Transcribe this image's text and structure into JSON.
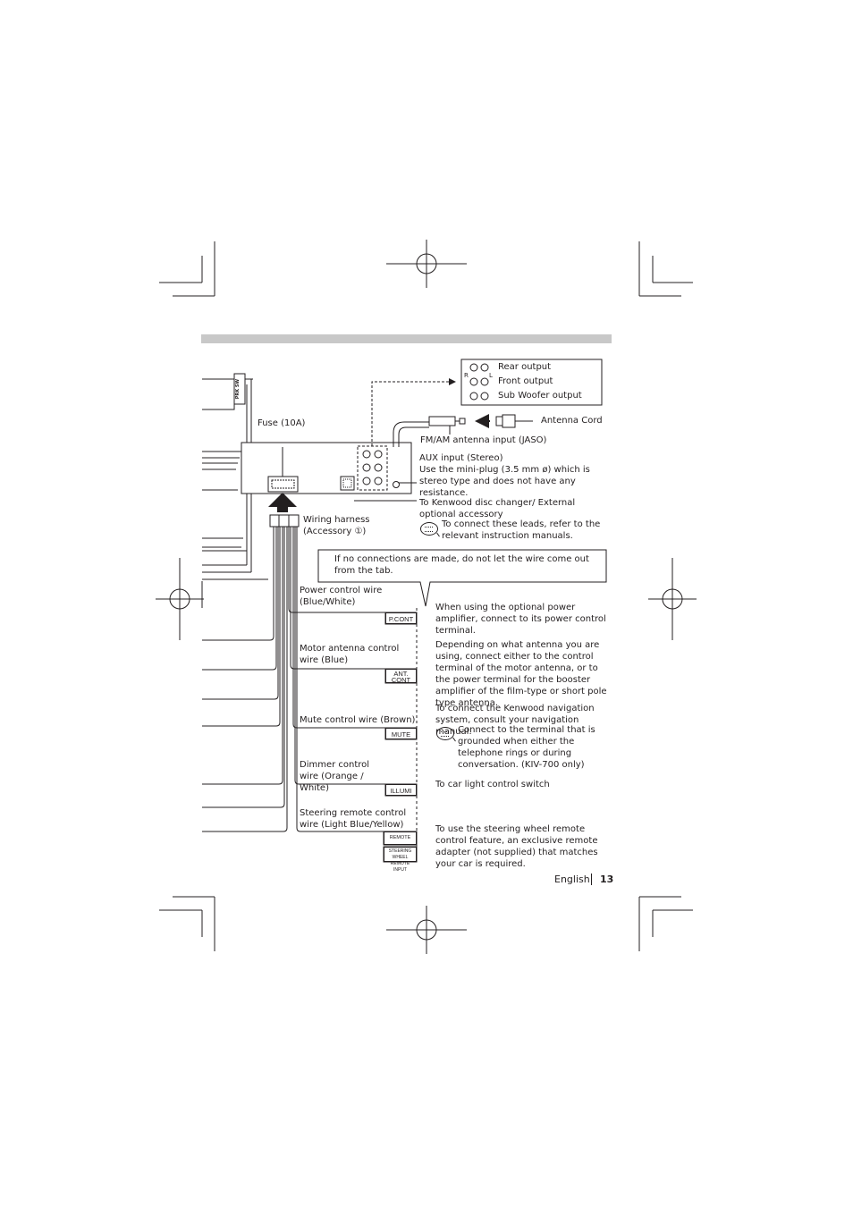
{
  "labels": {
    "rear_output": "Rear output",
    "front_output": "Front output",
    "sub_woofer_output": "Sub Woofer output",
    "channel_r": "R",
    "channel_l": "L",
    "antenna_cord": "Antenna Cord",
    "fm_am_input": "FM/AM antenna input (JASO)",
    "aux_input_title": "AUX input (Stereo)",
    "aux_input_desc": "Use the mini-plug (3.5 mm ø) which is stereo type and does not have any resistance.",
    "disc_changer": "To Kenwood disc changer/ External optional accessory",
    "disc_changer_note": "To connect these leads, refer to the relevant instruction manuals.",
    "fuse": "Fuse (10A)",
    "wiring_harness": "Wiring harness (Accessory ①)",
    "caution": "If no connections are made, do not let the wire come out from the tab.",
    "prk_sw": "PRK SW"
  },
  "wires": [
    {
      "name": "Power control wire (Blue/White)",
      "tag": "P.CONT",
      "desc": "When using the optional power amplifier, connect to its power control terminal."
    },
    {
      "name": "Motor antenna control wire (Blue)",
      "tag": "ANT. CONT",
      "desc": "Depending on what antenna you are using, connect either to the control terminal of the motor antenna, or to the power terminal for the booster amplifier of the film-type or short pole type antenna."
    },
    {
      "name": "Mute control wire (Brown)",
      "tag": "MUTE",
      "desc": "To connect the Kenwood navigation system, consult your navigation manual.",
      "note": "Connect to the terminal that is grounded when either the telephone rings or during conversation. (KIV-700 only)"
    },
    {
      "name": "Dimmer control wire (Orange / White)",
      "tag": "ILLUMI",
      "desc": "To car light control switch"
    },
    {
      "name": "Steering remote control wire (Light Blue/Yellow)",
      "tag": "REMOTE CONT",
      "tag2": "STEERING WHEEL REMOTE INPUT",
      "desc": "To use the steering wheel remote control feature, an exclusive remote adapter (not supplied) that matches your car is required."
    }
  ],
  "footer": {
    "language": "English",
    "page": "13"
  },
  "colors": {
    "line": "#231f20",
    "band": "#c8c8c8"
  }
}
